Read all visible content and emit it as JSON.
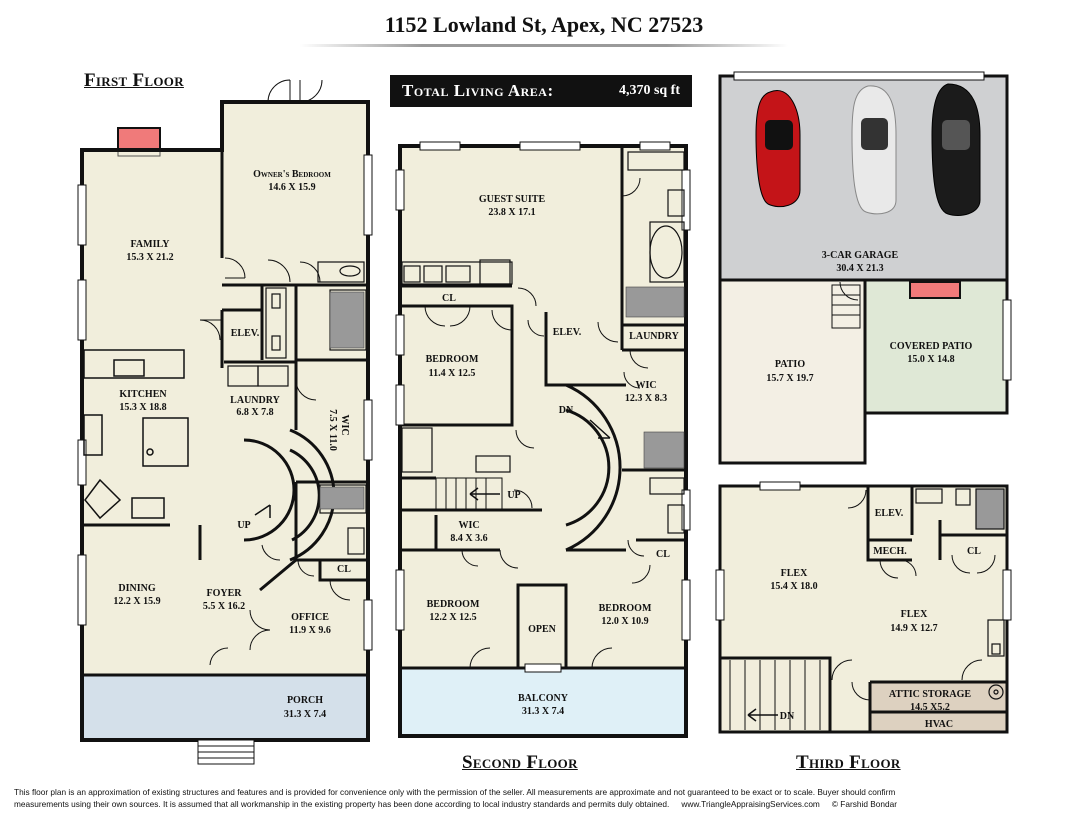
{
  "header": {
    "address": "1152 Lowland St, Apex, NC 27523",
    "total_living_area_label": "Total Living Area:",
    "total_living_area_value": "4,370 sq ft"
  },
  "floors": {
    "first": {
      "label": "First Floor"
    },
    "second": {
      "label": "Second Floor"
    },
    "third": {
      "label": "Third Floor"
    }
  },
  "rooms": {
    "owners_bedroom": {
      "name": "Owner's Bedroom",
      "dims": "14.6 X 15.9"
    },
    "family": {
      "name": "FAMILY",
      "dims": "15.3 X 21.2"
    },
    "elev1": {
      "name": "ELEV."
    },
    "kitchen": {
      "name": "KITCHEN",
      "dims": "15.3 X 18.8"
    },
    "laundry1": {
      "name": "LAUNDRY",
      "dims": "6.8 X 7.8"
    },
    "wic1": {
      "name": "WIC",
      "dims": "7.5 X 11.0"
    },
    "up1": "UP",
    "dining": {
      "name": "DINING",
      "dims": "12.2 X 15.9"
    },
    "foyer": {
      "name": "FOYER",
      "dims": "5.5 X 16.2"
    },
    "office": {
      "name": "OFFICE",
      "dims": "11.9 X 9.6"
    },
    "cl1": "CL",
    "porch": {
      "name": "PORCH",
      "dims": "31.3 X 7.4"
    },
    "guest_suite": {
      "name": "GUEST SUITE",
      "dims": "23.8 X 17.1"
    },
    "cl2": "CL",
    "bedroom_a": {
      "name": "BEDROOM",
      "dims": "11.4 X 12.5"
    },
    "elev2": {
      "name": "ELEV."
    },
    "laundry2": {
      "name": "LAUNDRY"
    },
    "wic2": {
      "name": "WIC",
      "dims": "12.3 X 8.3"
    },
    "dn2": "DN",
    "up2": "UP",
    "wic3": {
      "name": "WIC",
      "dims": "8.4 X 3.6"
    },
    "cl3": "CL",
    "bedroom_b": {
      "name": "BEDROOM",
      "dims": "12.2 X 12.5"
    },
    "open": "OPEN",
    "bedroom_c": {
      "name": "BEDROOM",
      "dims": "12.0 X 10.9"
    },
    "balcony": {
      "name": "BALCONY",
      "dims": "31.3 X 7.4"
    },
    "garage": {
      "name": "3-CAR GARAGE",
      "dims": "30.4 X 21.3"
    },
    "patio": {
      "name": "PATIO",
      "dims": "15.7 X 19.7"
    },
    "covered_patio": {
      "name": "COVERED PATIO",
      "dims": "15.0 X 14.8"
    },
    "elev3": {
      "name": "ELEV."
    },
    "mech": {
      "name": "MECH."
    },
    "cl4": "CL",
    "flex_a": {
      "name": "FLEX",
      "dims": "15.4 X 18.0"
    },
    "flex_b": {
      "name": "FLEX",
      "dims": "14.9 X 12.7"
    },
    "attic": {
      "name": "ATTIC STORAGE",
      "dims": "14.5 X5.2"
    },
    "hvac": "HVAC",
    "dn3": "DN"
  },
  "colors": {
    "floor": "#f1eedc",
    "porch": "#d4e0ea",
    "balcony": "#dff0f7",
    "garage": "#cfd0d2",
    "patio": "#f3efe4",
    "covered_patio": "#dfe8d6",
    "attic": "#ddd1c0",
    "fireplace": "#f07a7a",
    "wall": "#111111"
  },
  "cars": [
    {
      "name": "red-car",
      "color": "#c41418"
    },
    {
      "name": "white-car",
      "color": "#e9e9e9"
    },
    {
      "name": "black-car",
      "color": "#1b1b1b"
    }
  ],
  "disclaimer": {
    "line1": "This floor plan is an approximation of existing structures and features and is provided for convenience only with the permission of the seller.  All measurements are approximate and not guaranteed to be exact or to scale.  Buyer should confirm",
    "line2": "measurements using their own sources.  It is assumed that all workmanship in the existing property has been done according to local industry standards and permits duly obtained.",
    "website": "www.TriangleAppraisingServices.com",
    "copyright": "© Farshid Bondar"
  }
}
